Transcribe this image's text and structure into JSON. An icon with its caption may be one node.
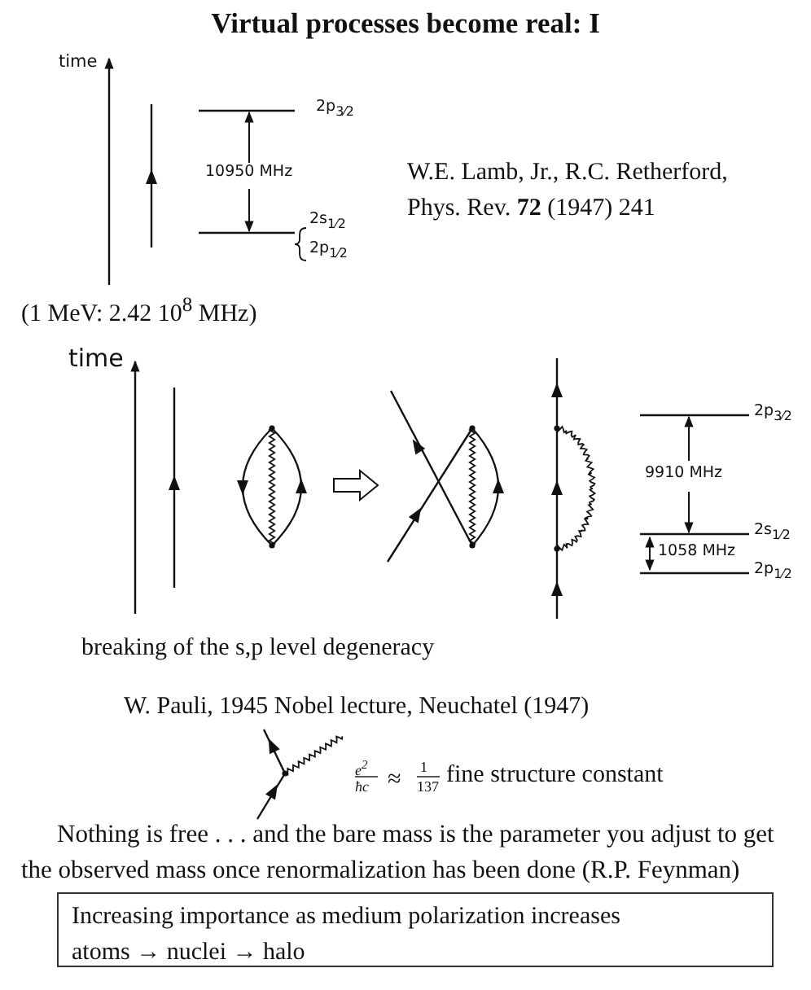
{
  "diagram": {
    "title": "Virtual processes become real: I",
    "nodes": [
      {
        "text": [
          "Increasing importance as medium polarization increases",
          "atoms → nuclei → halo"
        ]
      }
    ],
    "labels": [
      "time",
      "2p$_{3⁄2}$",
      "10950 MHz",
      "2s$_{1⁄2}$",
      "2p$_{1⁄2}$",
      "W.E. Lamb, Jr., R.C. Retherford, Phys. Rev. **72** (1947) 241",
      "(1 MeV: 2.42  10$^{8}$ MHz)",
      "time",
      "2p$_{3⁄2}$",
      "9910 MHz",
      "2s$_{1⁄2}$",
      "1058 MHz",
      "2p$_{1⁄2}$",
      "breaking of the s,p level degeneracy",
      "W. Pauli, 1945 Nobel lecture, Neuchatel (1947)",
      "e$^{2}$",
      "ħc",
      "≈",
      "1",
      "137",
      "fine structure constant",
      "Nothing is free . . . and the bare mass is the parameter you adjust to get the observed mass once renormalization has been done (R.P. Feynman)"
    ]
  }
}
